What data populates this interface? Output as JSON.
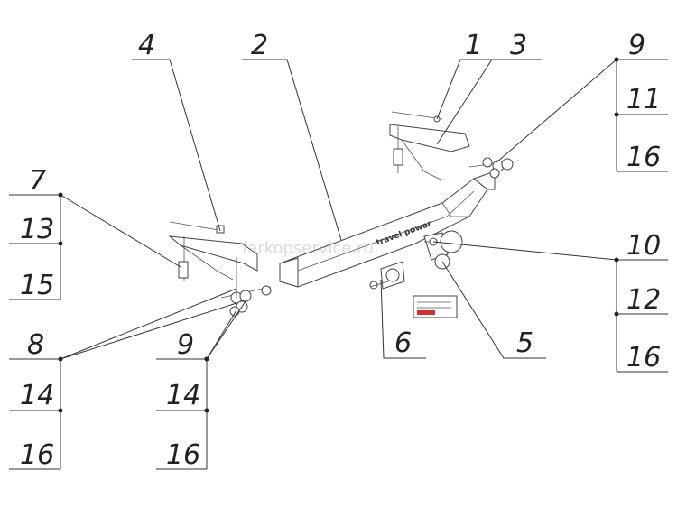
{
  "labels": {
    "l1": "1",
    "l2": "2",
    "l3": "3",
    "l4": "4",
    "l5": "5",
    "l6": "6",
    "l7": "7",
    "l13a": "13",
    "l15": "15",
    "l8": "8",
    "l14a": "14",
    "l16a": "16",
    "l9a": "9",
    "l14b": "14",
    "l16b": "16",
    "l9b": "9",
    "l11": "11",
    "l16c": "16",
    "l10": "10",
    "l12": "12",
    "l16d": "16"
  },
  "brand": "travel power",
  "watermark": "farkopservice.ru",
  "colors": {
    "line": "#333333",
    "label": "#222222"
  }
}
